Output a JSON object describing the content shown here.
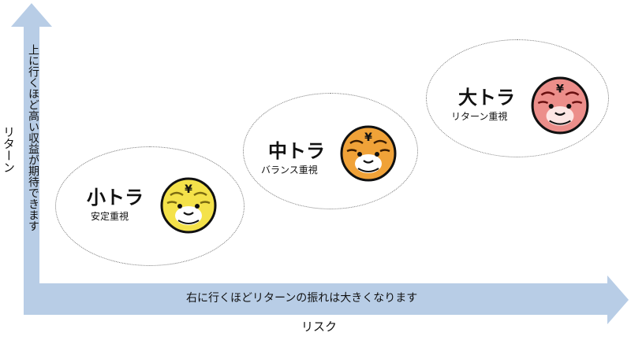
{
  "axes": {
    "x_title": "リスク",
    "x_note": "右に行くほどリターンの振れは大きくなります",
    "y_title": "リターン",
    "y_note": "上に行くほど高い収益が期待できます"
  },
  "tiers": [
    {
      "name": "小トラ",
      "subtitle": "安定重視",
      "icon": "tiger-face-yellow-icon"
    },
    {
      "name": "中トラ",
      "subtitle": "バランス重視",
      "icon": "tiger-face-orange-icon"
    },
    {
      "name": "大トラ",
      "subtitle": "リターン重視",
      "icon": "tiger-face-red-icon"
    }
  ],
  "icon_symbol": "¥",
  "colors": {
    "arrow": "#b8cde6",
    "small_tiger": "#f4e24a",
    "medium_tiger": "#f0a238",
    "large_tiger": "#ec8e8a",
    "outline": "#111111"
  }
}
